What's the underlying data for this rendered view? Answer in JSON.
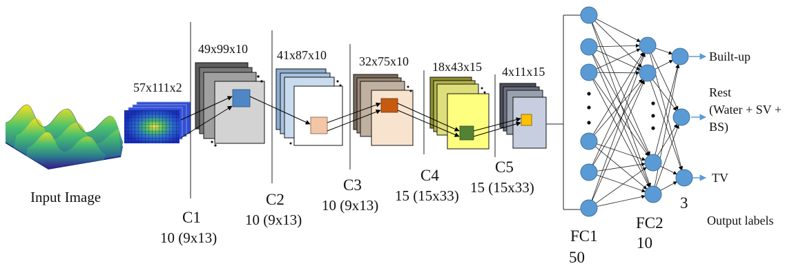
{
  "input": {
    "caption": "Input Image",
    "patch_size": "57x111x2"
  },
  "conv_layers": [
    {
      "name": "C1",
      "filters": "10 (9x13)",
      "output_size": "49x99x10",
      "colors": [
        "#5c5c5c",
        "#7a7a7a",
        "#a0a0a0",
        "#d3d3d3"
      ],
      "kernel_color": "#4f86c6"
    },
    {
      "name": "C2",
      "filters": "10 (9x13)",
      "output_size": "41x87x10",
      "colors": [
        "#8eaed0",
        "#a9c3df",
        "#c9dbee",
        "#ffffff"
      ],
      "kernel_color": "#f4c6a8"
    },
    {
      "name": "C3",
      "filters": "10 (9x13)",
      "output_size": "32x75x10",
      "colors": [
        "#7a6a5a",
        "#9a8878",
        "#bfb0a0",
        "#f8e3cf"
      ],
      "kernel_color": "#c55a11"
    },
    {
      "name": "C4",
      "filters": "15 (15x33)",
      "output_size": "18x43x15",
      "colors": [
        "#8d8d2e",
        "#b5b54a",
        "#dede7a",
        "#ffff7f"
      ],
      "kernel_color": "#548235"
    },
    {
      "name": "C5",
      "filters": "15 (15x33)",
      "output_size": "4x11x15",
      "colors": [
        "#4b4f5a",
        "#6c7280",
        "#9aa0ad",
        "#c6cee0"
      ],
      "kernel_color": "#ffc000"
    }
  ],
  "fc_layers": [
    {
      "name": "FC1",
      "units": "50"
    },
    {
      "name": "FC2",
      "units": "10"
    }
  ],
  "output": {
    "units": "3",
    "caption": "Output labels",
    "labels": {
      "built_up": "Built-up",
      "rest_1": "Rest",
      "rest_2": "(Water + SV +",
      "rest_3": "BS)",
      "tv": "TV"
    }
  },
  "node_color": "#5b9bd5",
  "arrow_color": "#5b9bd5"
}
